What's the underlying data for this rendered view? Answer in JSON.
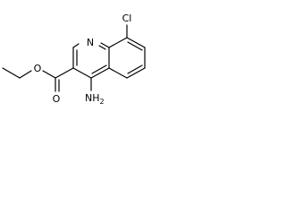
{
  "molecule": {
    "atoms": {
      "ring_nitrogen": "N",
      "chlorine": "Cl",
      "ester_oxygen": "O",
      "carbonyl_oxygen": "O",
      "amine": {
        "symbol": "NH",
        "subscript": "2"
      }
    },
    "bond_color": "#000000"
  }
}
